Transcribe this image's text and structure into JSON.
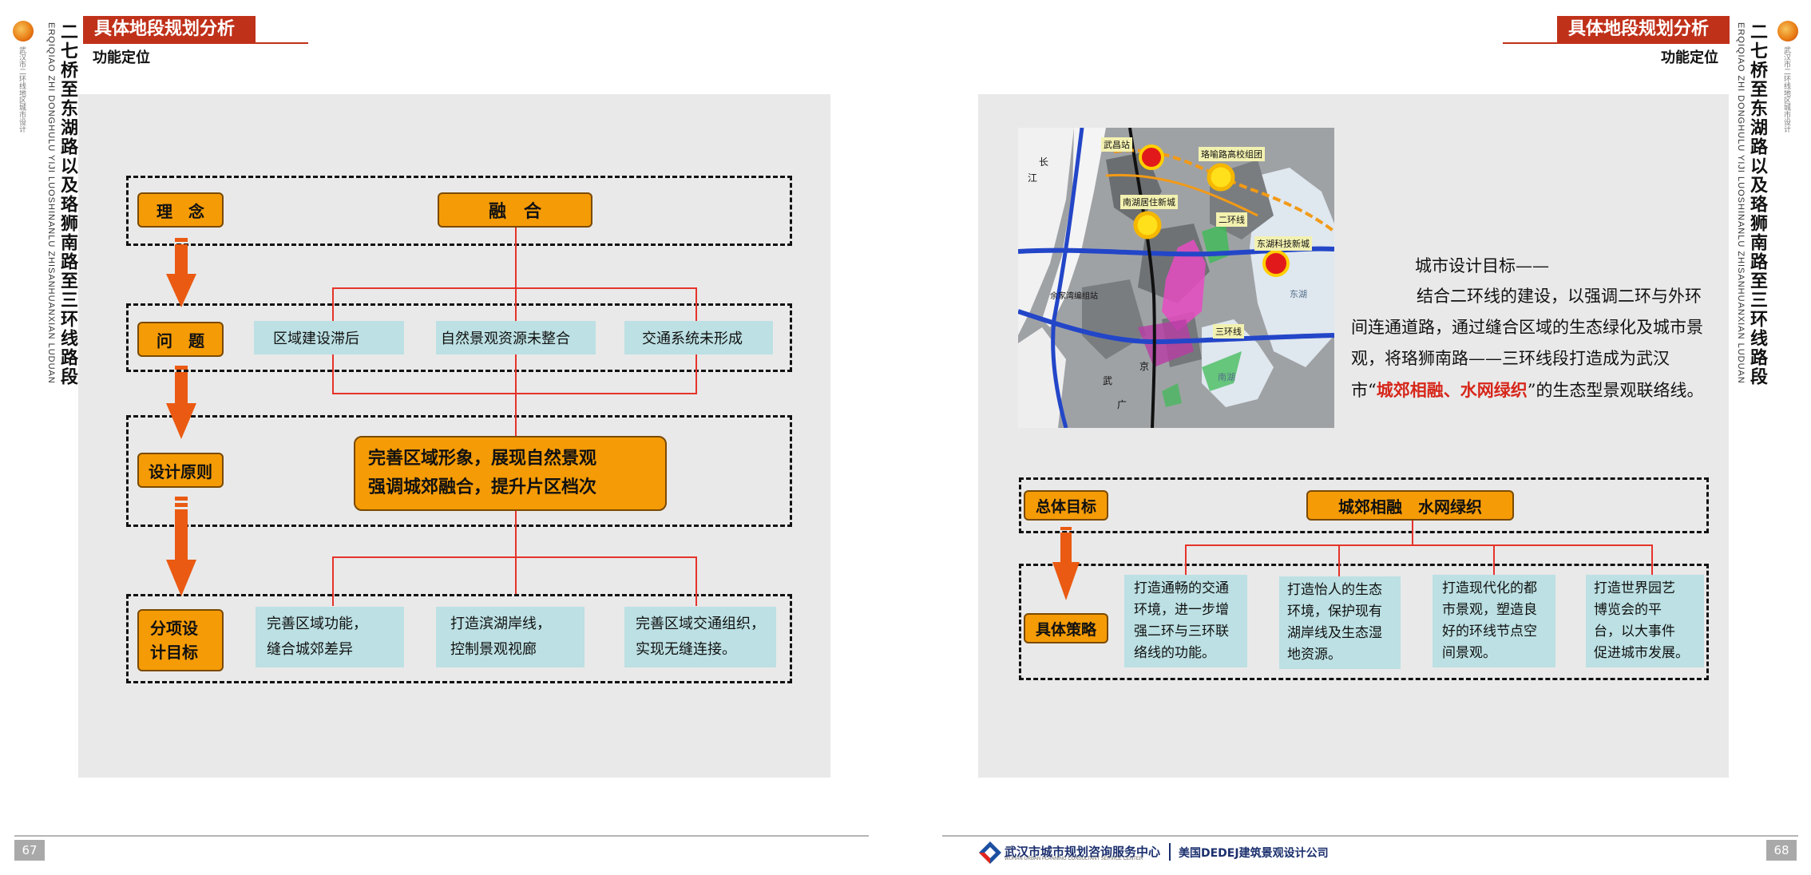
{
  "header": {
    "badge": "具体地段规划分析",
    "subtitle": "功能定位"
  },
  "side": {
    "title": "二七桥至东湖路以及珞狮南路至三环线路段",
    "pinyin": "ERQIQIAO ZHI DONGHULU YIJI LUOSHINANLU ZHISANHUANXIAN LUDUAN",
    "org": "武汉市二环线地区城市设计"
  },
  "left": {
    "rows": [
      {
        "label": "理　念"
      },
      {
        "label": "问　题"
      },
      {
        "label": "设计原则"
      },
      {
        "label": "分项设计目标"
      }
    ],
    "concept": "融　合",
    "problems": [
      "区域建设滞后",
      "自然景观资源未整合",
      "交通系统未形成"
    ],
    "principle_lines": [
      "完善区域形象，展现自然景观",
      "强调城郊融合，提升片区档次"
    ],
    "targets": [
      [
        "完善区域功能，",
        "缝合城郊差异"
      ],
      [
        "打造滨湖岸线，",
        "控制景观视廊"
      ],
      [
        "完善区域交通组织，",
        "实现无缝连接。"
      ]
    ]
  },
  "right": {
    "map_labels": [
      "武昌站",
      "珞喻路高校组团",
      "南湖居住新城",
      "二环线",
      "东湖科技新城",
      "三环线",
      "长",
      "江",
      "余家湾编组站",
      "武",
      "广",
      "京",
      "南湖",
      "东湖"
    ],
    "goal_title": "城市设计目标——",
    "goal_body_before": "结合二环线的建设，以强调二环与外环间连通道路，通过缝合区域的生态绿化及城市景观，将珞狮南路——三环线段打造成为武汉市“",
    "goal_highlight": "城郊相融、水网绿织",
    "goal_body_after": "”的生态型景观联络线。",
    "overall_label": "总体目标",
    "overall_value": "城郊相融　水网绿织",
    "strategy_label": "具体策略",
    "strategies": [
      [
        "打造通畅的交通",
        "环境，进一步增",
        "强二环与三环联",
        "络线的功能。"
      ],
      [
        "打造怡人的生态",
        "环境，保护现有",
        "湖岸线及生态湿",
        "地资源。"
      ],
      [
        "打造现代化的都",
        "市景观，塑造良",
        "好的环线节点空",
        "间景观。"
      ],
      [
        "打造世界园艺",
        "博览会的平",
        "台，以大事件",
        "促进城市发展。"
      ]
    ]
  },
  "footer": {
    "left_page": "67",
    "right_page": "68",
    "org1": "武汉市城市规划咨询服务中心",
    "org1_en": "WUHAN URBAN PLANNING CONSULTANT SERVICE CENTER",
    "org2": "美国DEDEJ建筑景观设计公司"
  }
}
